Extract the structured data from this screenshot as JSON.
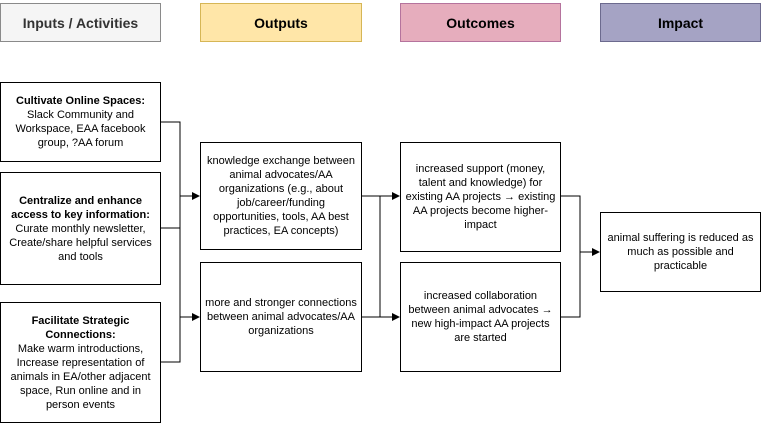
{
  "headers": {
    "inputs": "Inputs / Activities",
    "outputs": "Outputs",
    "outcomes": "Outcomes",
    "impact": "Impact"
  },
  "inputs": [
    {
      "title": "Cultivate Online Spaces:",
      "body": "Slack Community and Workspace, EAA facebook group, ?AA forum"
    },
    {
      "title": "Centralize and enhance access to key information:",
      "body": "Curate monthly newsletter, Create/share helpful services and tools"
    },
    {
      "title": "Facilitate Strategic Connections:",
      "body": "Make warm introductions, Increase representation of animals in EA/other adjacent space, Run online and in person events"
    }
  ],
  "outputs": [
    "knowledge exchange between animal advocates/AA organizations (e.g., about job/career/funding opportunities, tools, AA best practices, EA concepts)",
    "more and stronger connections between animal advocates/AA organizations"
  ],
  "outcomes": [
    "increased support (money, talent and knowledge) for existing AA projects → existing AA projects become higher-impact",
    "increased collaboration between animal advocates → new high-impact AA projects are started"
  ],
  "impact": "animal suffering is reduced as much as possible and practicable",
  "colors": {
    "inputs_header": "#f5f5f5",
    "outputs_header": "#ffe6a8",
    "outcomes_header": "#e6adbd",
    "impact_header": "#a5a3c4"
  }
}
